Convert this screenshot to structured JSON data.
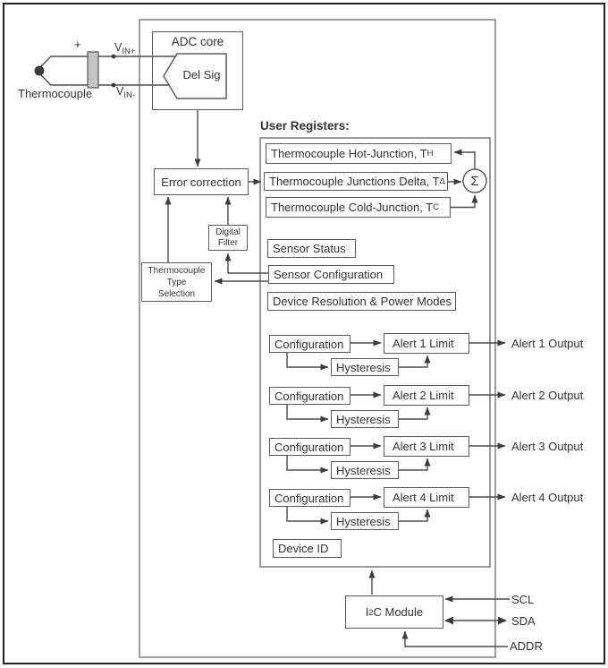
{
  "colors": {
    "outer_border": "#222222",
    "chip_border": "#828282",
    "line": "#4d4d4d",
    "box_border": "#5c5c5c",
    "text": "#333333",
    "isolator_fill": "#c4c4c4",
    "background": "#ffffff"
  },
  "thermocouple": {
    "label": "Thermocouple",
    "plus": "+",
    "vin_pos": {
      "base": "V",
      "sub": "IN+"
    },
    "vin_neg": {
      "base": "V",
      "sub": "IN-"
    }
  },
  "adc_core": {
    "title": "ADC core",
    "converter": "Del Sig"
  },
  "blocks": {
    "error_correction": "Error correction",
    "digital_filter": {
      "line1": "Digital",
      "line2": "Filter"
    },
    "thermocouple_type_selection": {
      "line1": "Thermocouple",
      "line2": "Type",
      "line3": "Selection"
    }
  },
  "user_registers": {
    "heading": "User Registers:",
    "hot_junction": {
      "base": "Thermocouple Hot-Junction, T",
      "sub": "H"
    },
    "junctions_delta": {
      "base": "Thermocouple Junctions Delta, T",
      "sub": "Δ"
    },
    "cold_junction": {
      "base": "Thermocouple Cold-Junction, T",
      "sub": "C"
    },
    "sensor_status": "Sensor Status",
    "sensor_configuration": "Sensor Configuration",
    "device_resolution": "Device Resolution & Power Modes",
    "device_id": "Device ID"
  },
  "summation_symbol": "Σ",
  "alerts": [
    {
      "configuration": "Configuration",
      "hysteresis": "Hysteresis",
      "limit": "Alert 1 Limit",
      "output": "Alert 1 Output"
    },
    {
      "configuration": "Configuration",
      "hysteresis": "Hysteresis",
      "limit": "Alert 2 Limit",
      "output": "Alert 2 Output"
    },
    {
      "configuration": "Configuration",
      "hysteresis": "Hysteresis",
      "limit": "Alert 3 Limit",
      "output": "Alert 3 Output"
    },
    {
      "configuration": "Configuration",
      "hysteresis": "Hysteresis",
      "limit": "Alert 4 Limit",
      "output": "Alert 4 Output"
    }
  ],
  "i2c": {
    "base": "I",
    "sup": "2",
    "rest": "C Module"
  },
  "pins": {
    "scl": "SCL",
    "sda": "SDA",
    "addr": "ADDR"
  }
}
